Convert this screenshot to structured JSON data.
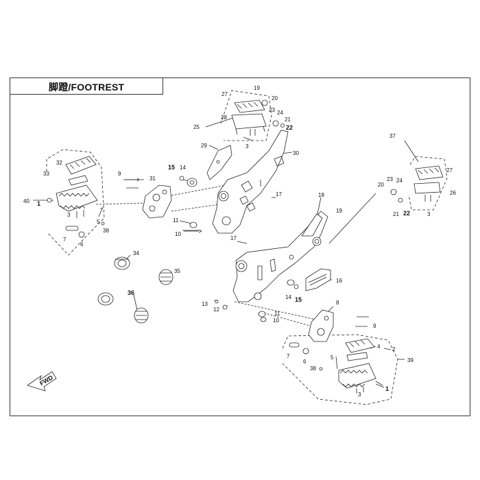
{
  "title": "脚蹬/FOOTREST",
  "fwd_label": "FWD",
  "callouts": [
    {
      "id": "c27a",
      "text": "27"
    },
    {
      "id": "c19a",
      "text": "19"
    },
    {
      "id": "c20a",
      "text": "20"
    },
    {
      "id": "c28a",
      "text": "28"
    },
    {
      "id": "c23a",
      "text": "23"
    },
    {
      "id": "c24a",
      "text": "24"
    },
    {
      "id": "c21a",
      "text": "21"
    },
    {
      "id": "c22a",
      "text": "22"
    },
    {
      "id": "c25",
      "text": "25"
    },
    {
      "id": "c3a",
      "text": "3"
    },
    {
      "id": "c29",
      "text": "29"
    },
    {
      "id": "c30",
      "text": "30"
    },
    {
      "id": "c37",
      "text": "37"
    },
    {
      "id": "c27b",
      "text": "27"
    },
    {
      "id": "c20b",
      "text": "20"
    },
    {
      "id": "c23b",
      "text": "23"
    },
    {
      "id": "c24b",
      "text": "24"
    },
    {
      "id": "c26",
      "text": "26"
    },
    {
      "id": "c21b",
      "text": "21"
    },
    {
      "id": "c22b",
      "text": "22"
    },
    {
      "id": "c3b",
      "text": "3"
    },
    {
      "id": "c33",
      "text": "33"
    },
    {
      "id": "c32",
      "text": "32"
    },
    {
      "id": "c40",
      "text": "40"
    },
    {
      "id": "c1a",
      "text": "1"
    },
    {
      "id": "c3c",
      "text": "3"
    },
    {
      "id": "c5a",
      "text": "5"
    },
    {
      "id": "c38a",
      "text": "38"
    },
    {
      "id": "c7a",
      "text": "7"
    },
    {
      "id": "c6a",
      "text": "6"
    },
    {
      "id": "c9a",
      "text": "9"
    },
    {
      "id": "c31",
      "text": "31"
    },
    {
      "id": "c15a",
      "text": "15"
    },
    {
      "id": "c14a",
      "text": "14"
    },
    {
      "id": "c17a",
      "text": "17"
    },
    {
      "id": "c11a",
      "text": "11"
    },
    {
      "id": "c10a",
      "text": "10"
    },
    {
      "id": "c18",
      "text": "18"
    },
    {
      "id": "c19b",
      "text": "19"
    },
    {
      "id": "c17b",
      "text": "17"
    },
    {
      "id": "c16",
      "text": "16"
    },
    {
      "id": "c14b",
      "text": "14"
    },
    {
      "id": "c15b",
      "text": "15"
    },
    {
      "id": "c34",
      "text": "34"
    },
    {
      "id": "c35",
      "text": "35"
    },
    {
      "id": "c36",
      "text": "36"
    },
    {
      "id": "c13",
      "text": "13"
    },
    {
      "id": "c12",
      "text": "12"
    },
    {
      "id": "c11b",
      "text": "11"
    },
    {
      "id": "c10b",
      "text": "10"
    },
    {
      "id": "c8",
      "text": "8"
    },
    {
      "id": "c9b",
      "text": "9"
    },
    {
      "id": "c4",
      "text": "4"
    },
    {
      "id": "c2",
      "text": "2"
    },
    {
      "id": "c39",
      "text": "39"
    },
    {
      "id": "c7b",
      "text": "7"
    },
    {
      "id": "c6b",
      "text": "6"
    },
    {
      "id": "c5b",
      "text": "5"
    },
    {
      "id": "c38b",
      "text": "38"
    },
    {
      "id": "c3d",
      "text": "3"
    },
    {
      "id": "c1b",
      "text": "1"
    }
  ]
}
